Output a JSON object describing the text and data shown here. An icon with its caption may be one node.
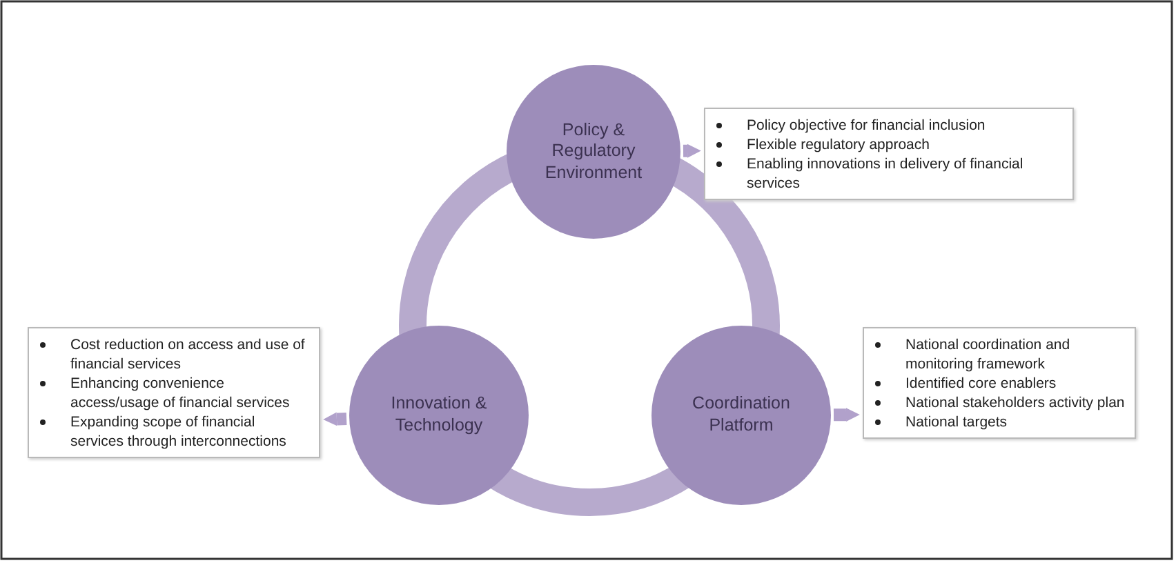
{
  "diagram": {
    "nodes": [
      {
        "text": [
          "Policy & Regulatory Environment"
        ]
      },
      {
        "text": [
          "Policy objective for financial inclusion",
          "Flexible regulatory approach",
          "Enabling innovations in delivery of financial services"
        ]
      },
      {
        "text": [
          "Innovation & Technology"
        ]
      },
      {
        "text": [
          "Cost reduction on access and use of financial services",
          "Enhancing convenience access/usage of financial services",
          "Expanding scope of financial services through interconnections"
        ]
      },
      {
        "text": [
          "Coordination Platform"
        ]
      },
      {
        "text": [
          "National coordination and monitoring framework",
          "Identified core enablers",
          "National stakeholders activity plan",
          "National targets"
        ]
      }
    ],
    "edges": [
      {
        "from": 0,
        "to": 1,
        "arrow": "to"
      },
      {
        "from": 2,
        "to": 3,
        "arrow": "to"
      },
      {
        "from": 4,
        "to": 5,
        "arrow": "to"
      },
      {
        "from": 0,
        "to": 4,
        "arrow": "none",
        "style": "thick",
        "color": "#b7aacd"
      },
      {
        "from": 4,
        "to": 2,
        "arrow": "none",
        "style": "thick",
        "color": "#b7aacd"
      },
      {
        "from": 2,
        "to": 0,
        "arrow": "none",
        "style": "thick",
        "color": "#b7aacd"
      }
    ]
  }
}
